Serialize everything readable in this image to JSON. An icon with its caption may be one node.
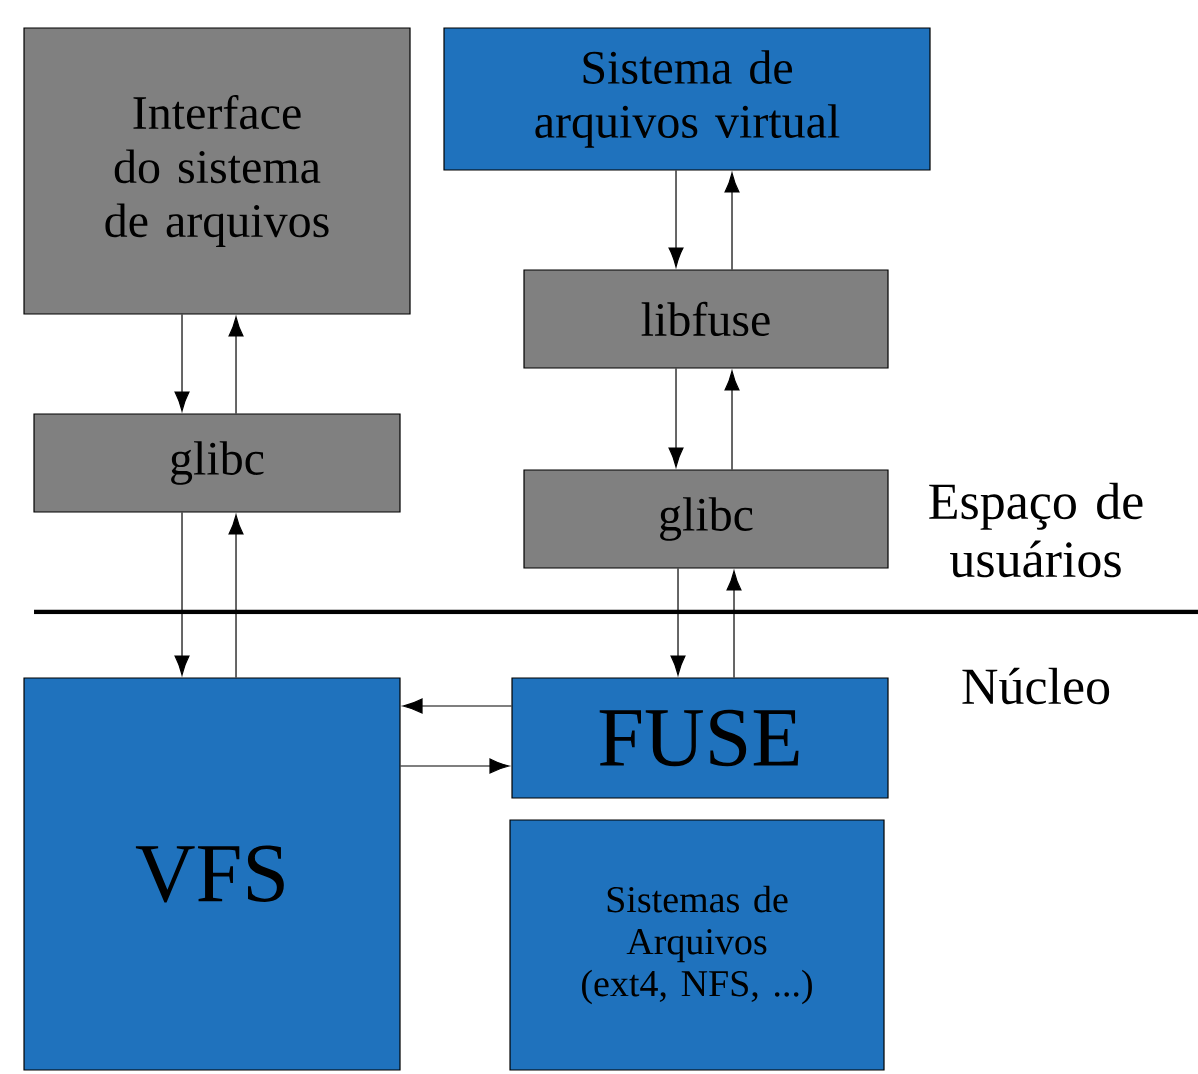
{
  "diagram": {
    "nodes": [
      {
        "text": [
          "Interface do sistema de arquivos"
        ]
      },
      {
        "text": [
          "Sistema de arquivos virtual"
        ]
      },
      {
        "text": [
          "libfuse"
        ]
      },
      {
        "text": [
          "glibc"
        ]
      },
      {
        "text": [
          "glibc"
        ]
      },
      {
        "text": [
          "VFS"
        ]
      },
      {
        "text": [
          "FUSE"
        ]
      },
      {
        "text": [
          "Sistemas de Arquivos (ext4, NFS, ...)"
        ]
      }
    ],
    "edges": [
      {
        "from": 0,
        "to": 3,
        "arrow": "to"
      },
      {
        "from": 3,
        "to": 0,
        "arrow": "to"
      },
      {
        "from": 1,
        "to": 2,
        "arrow": "to"
      },
      {
        "from": 2,
        "to": 1,
        "arrow": "to"
      },
      {
        "from": 2,
        "to": 4,
        "arrow": "to"
      },
      {
        "from": 4,
        "to": 2,
        "arrow": "to"
      },
      {
        "from": 3,
        "to": 5,
        "arrow": "to"
      },
      {
        "from": 5,
        "to": 3,
        "arrow": "to"
      },
      {
        "from": 4,
        "to": 6,
        "arrow": "to"
      },
      {
        "from": 6,
        "to": 4,
        "arrow": "to"
      },
      {
        "from": 6,
        "to": 5,
        "arrow": "to"
      },
      {
        "from": 5,
        "to": 6,
        "arrow": "to"
      }
    ],
    "labels": [
      "Espaço de usuários",
      "Núcleo"
    ]
  }
}
